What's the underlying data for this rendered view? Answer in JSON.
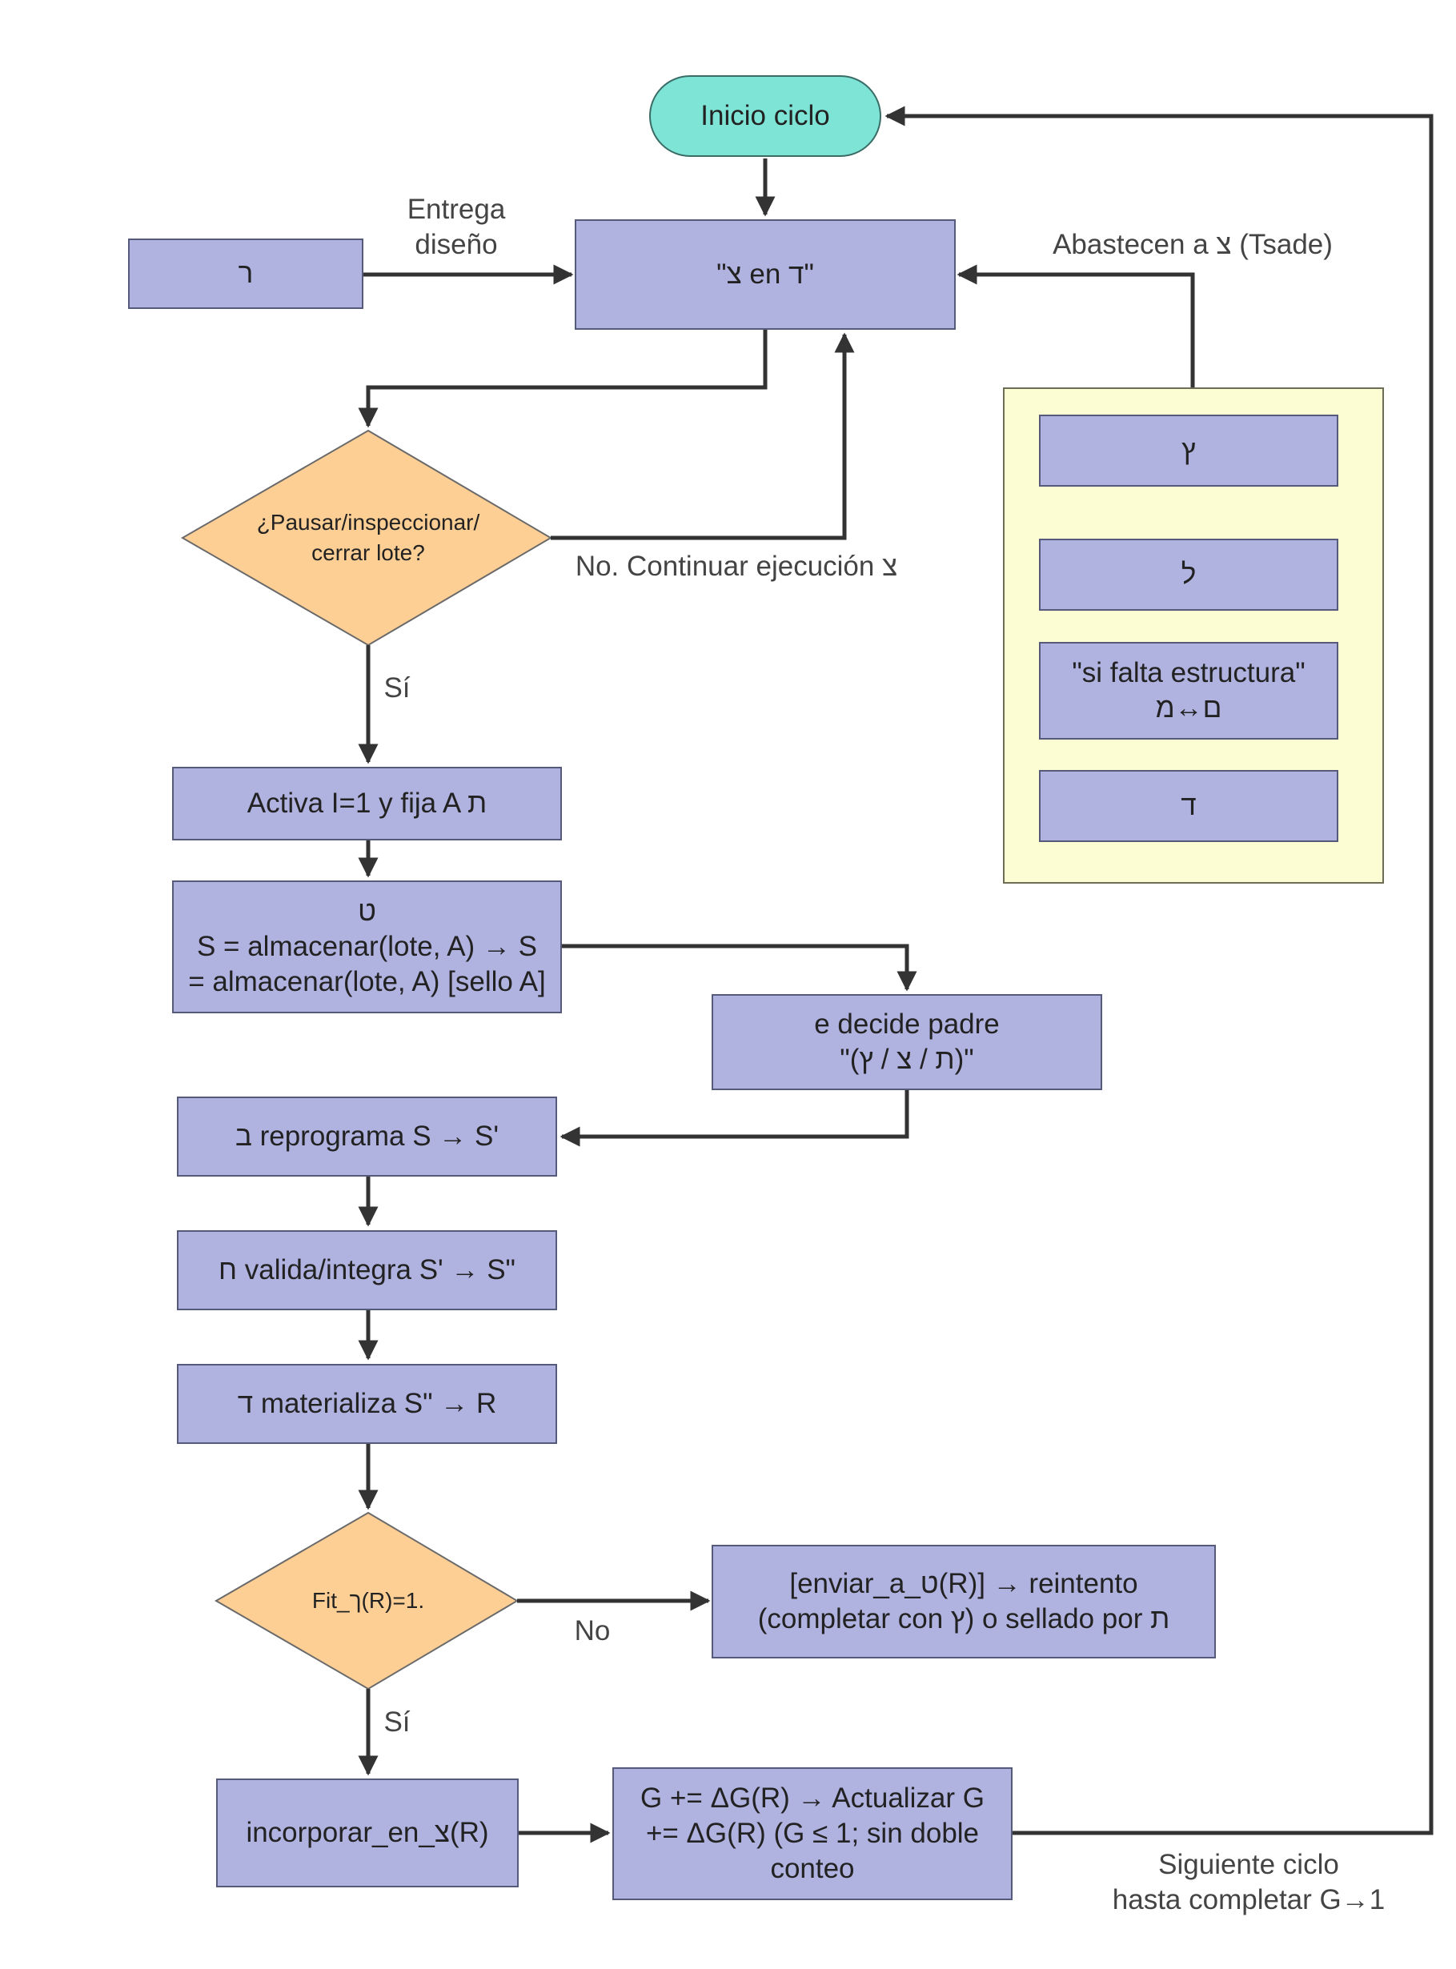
{
  "nodes": {
    "start": "Inicio ciclo",
    "main_process": "\"צ en ד\"",
    "design_source": "ר",
    "decision_pause": "¿Pausar/inspeccionar/\ncerrar lote?",
    "activate": "Activa I=1 y fija A ת",
    "store": "ט\nS = almacenar(lote, A) → S\n= almacenar(lote, A) [sello A]",
    "father_decides": "e decide padre\n\"(ת / צ / ץ)\"",
    "reprogram": "ב reprograma S → S'",
    "validate": "ח valida/integra S' → S\"",
    "materialize": "ד materializa S\" → R",
    "decision_fit": "Fit_ך(R)=1.",
    "retry": "[enviar_a_ט(R)]  → reintento\n(completar con ץ) o sellado por ת",
    "incorporate": "incorporar_en_צ(R)",
    "update_g": "G += ΔG(R) → Actualizar G\n+= ΔG(R) (G ≤ 1; sin doble\nconteo"
  },
  "suppliers": {
    "items": [
      "ץ",
      "ל",
      "\"si falta estructura\"\nם↔מ",
      "ד"
    ]
  },
  "labels": {
    "delivers_design": "Entrega\ndiseño",
    "supply": "Abastecen a צ (Tsade)",
    "no_continue": "No. Continuar ejecución צ",
    "yes_1": "Sí",
    "no_2": "No",
    "yes_2": "Sí",
    "next_cycle": "Siguiente ciclo\nhasta completar G→1"
  },
  "colors": {
    "process_fill": "#b0b2e0",
    "start_fill": "#7ee4d6",
    "decision_fill": "#fdcf95",
    "panel_fill": "#fdfdd4",
    "connector": "#333333"
  }
}
